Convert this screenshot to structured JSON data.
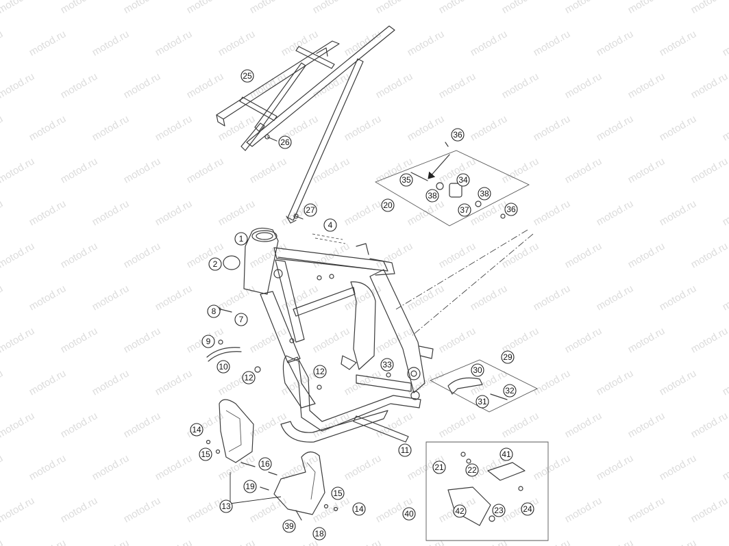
{
  "watermark": "motod.ru",
  "callouts": [
    "1",
    "2",
    "4",
    "7",
    "8",
    "9",
    "10",
    "11",
    "12",
    "12",
    "13",
    "14",
    "14",
    "15",
    "15",
    "16",
    "18",
    "19",
    "20",
    "21",
    "22",
    "23",
    "24",
    "25",
    "26",
    "27",
    "29",
    "30",
    "31",
    "32",
    "33",
    "34",
    "35",
    "36",
    "36",
    "37",
    "38",
    "38",
    "39",
    "40",
    "41",
    "42"
  ]
}
